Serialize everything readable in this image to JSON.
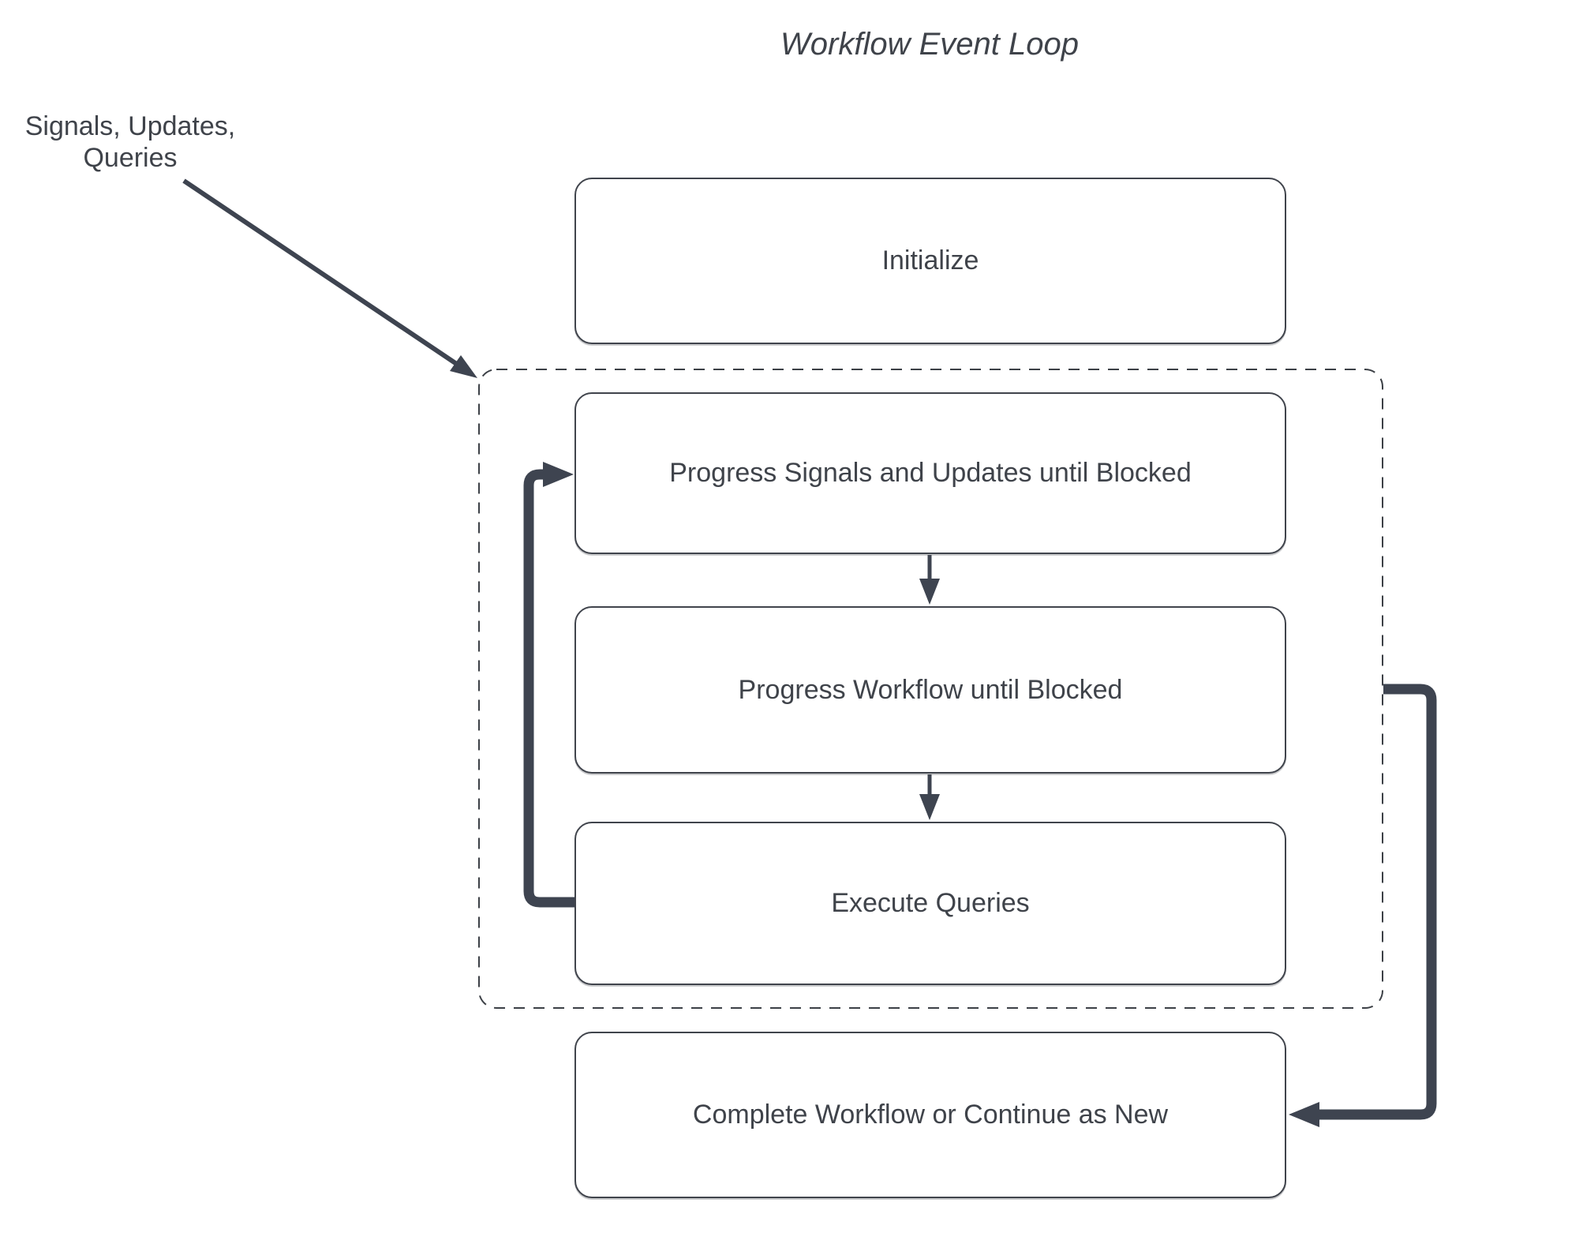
{
  "title": "Workflow Event Loop",
  "external_label": "Signals, Updates, Queries",
  "nodes": {
    "initialize": "Initialize",
    "progress_signals": "Progress Signals and Updates until Blocked",
    "progress_workflow": "Progress Workflow until Blocked",
    "execute_queries": "Execute Queries",
    "complete": "Complete Workflow or Continue as New"
  },
  "edges": [
    {
      "from": "signals-updates-queries-label",
      "to": "event-loop-container",
      "style": "thin-diagonal-arrow"
    },
    {
      "from": "progress_signals",
      "to": "progress_workflow",
      "style": "thin-down-arrow"
    },
    {
      "from": "progress_workflow",
      "to": "execute_queries",
      "style": "thin-down-arrow"
    },
    {
      "from": "execute_queries",
      "to": "progress_signals",
      "style": "thick-loop-back-left"
    },
    {
      "from": "progress_workflow",
      "to": "complete",
      "style": "thick-exit-right"
    }
  ],
  "colors": {
    "background": "#ffffff",
    "arrow": "#3e4450",
    "box_border": "#40444c",
    "dashed_border": "#3c4046",
    "text": "#3f434a",
    "node_fill": "#ffffff"
  }
}
